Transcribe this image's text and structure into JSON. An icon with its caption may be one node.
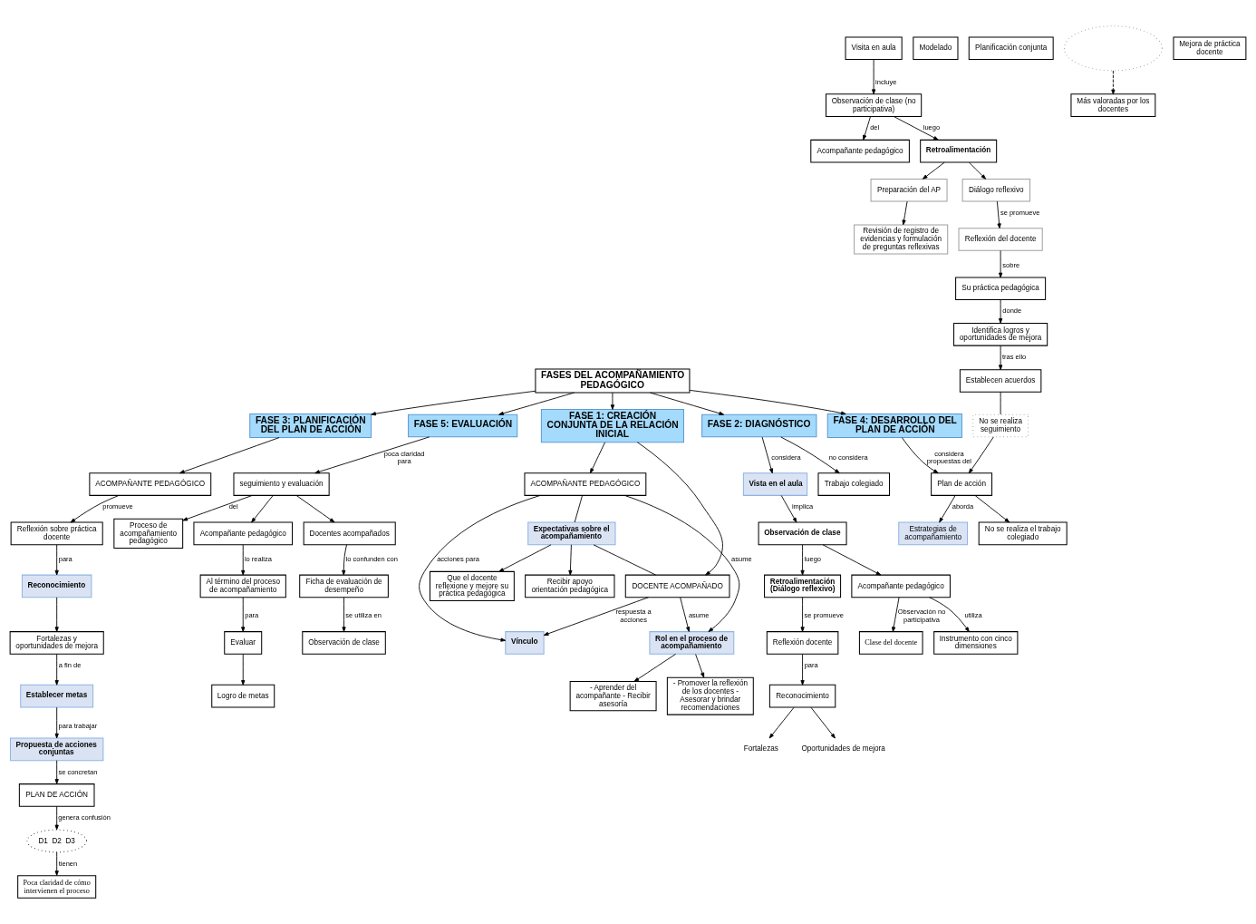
{
  "diagram": {
    "nodes": [
      {
        "text": [
          "FASES DEL ACOMPAÑAMIENTO PEDAGÓGICO"
        ]
      },
      {
        "text": [
          "FASE 1: CREACIÓN CONJUNTA DE LA RELACIÓN INICIAL"
        ]
      },
      {
        "text": [
          "ACOMPAÑANTE PEDAGÓGICO"
        ]
      },
      {
        "text": [
          "Rol en el proceso de acompañamiento"
        ]
      },
      {
        "text": [
          "- Promover la reflexión de los docentes - Asesorar y brindar recomendaciones"
        ]
      },
      {
        "text": [
          "- Aprender del acompañante - Recibir asesoría"
        ]
      },
      {
        "text": [
          "DOCENTE ACOMPAÑADO"
        ]
      },
      {
        "text": [
          "Expectativas sobre el acompañamiento"
        ]
      },
      {
        "text": [
          "Que el docente reflexione y mejore su práctica pedagógica"
        ]
      },
      {
        "text": [
          "Recibir apoyo orientación pedagógica"
        ]
      },
      {
        "text": [
          "Vínculo"
        ]
      },
      {
        "text": [
          "FASE 2: DIAGNÓSTICO"
        ]
      },
      {
        "text": [
          "Vista en el aula"
        ]
      },
      {
        "text": [
          "Observación de clase"
        ]
      },
      {
        "text": [
          "Retroalimentación (Diálogo reflexivo)"
        ]
      },
      {
        "text": [
          "Reflexión docente"
        ]
      },
      {
        "text": [
          "Reconocimiento"
        ]
      },
      {
        "text": [
          "Fortalezas"
        ]
      },
      {
        "text": [
          "Oportunidades de mejora"
        ]
      },
      {
        "text": [
          "Acompañante pedagógico"
        ]
      },
      {
        "text": [
          "Instrumento con cinco dimensiones"
        ]
      },
      {
        "text": [
          "Clase del docente"
        ]
      },
      {
        "text": [
          "Trabajo colegiado"
        ]
      },
      {
        "text": [
          "FASE 3: PLANIFICACIÓN DEL PLAN DE ACCIÓN"
        ]
      },
      {
        "text": [
          "ACOMPAÑANTE PEDAGÓGICO"
        ]
      },
      {
        "text": [
          "Reflexión sobre práctica docente"
        ]
      },
      {
        "text": [
          "Reconocimiento"
        ]
      },
      {
        "text": [
          "Fortalezas y oportunidades de mejora"
        ]
      },
      {
        "text": [
          "Establecer metas"
        ]
      },
      {
        "text": [
          "Propuesta de acciones conjuntas"
        ]
      },
      {
        "text": [
          "PLAN DE ACCIÓN"
        ]
      },
      {
        "text": [
          "D1  D2  D3"
        ]
      },
      {
        "text": [
          "Poca claridad de cómo intervienen el proceso"
        ]
      },
      {
        "text": [
          "FASE 4: DESARROLLO DEL PLAN DE ACCIÓN"
        ]
      },
      {
        "text": [
          "Plan de acción"
        ]
      },
      {
        "text": [
          "No se realiza el trabajo colegiado"
        ]
      },
      {
        "text": [
          "No se realiza seguimiento"
        ]
      },
      {
        "text": [
          "Establecen acuerdos"
        ]
      },
      {
        "text": [
          "Estrategias de acompañamiento"
        ]
      },
      {
        "text": [
          "Modelado"
        ]
      },
      {
        "text": [
          "Planificación conjunta"
        ]
      },
      {
        "text": [
          "Visita en aula"
        ]
      },
      {
        "text": [
          "Más valoradas por los docentes"
        ]
      },
      {
        "text": [
          "Mejora de práctica docente"
        ]
      },
      {
        "text": [
          "Observación de clase (no participativa)"
        ]
      },
      {
        "text": [
          "Acompañante pedagógico"
        ]
      },
      {
        "text": [
          "Retroalimentación"
        ]
      },
      {
        "text": [
          "Preparación del AP"
        ]
      },
      {
        "text": [
          "Revisión de registro de evidencias y formulación de preguntas reflexivas"
        ]
      },
      {
        "text": [
          "Diálogo reflexivo"
        ]
      },
      {
        "text": [
          "Reflexión del docente"
        ]
      },
      {
        "text": [
          "Su práctica pedagógica"
        ]
      },
      {
        "text": [
          "Identifica logros y oportunidades de mejora"
        ]
      },
      {
        "text": [
          "FASE 5: EVALUACIÓN"
        ]
      },
      {
        "text": [
          "seguimiento y evaluación"
        ]
      },
      {
        "text": [
          "Proceso de acompañamiento pedagógico"
        ]
      },
      {
        "text": [
          "Acompañante pedagógico"
        ]
      },
      {
        "text": [
          "Docentes acompañados"
        ]
      },
      {
        "text": [
          "Al término del proceso de acompañamiento"
        ]
      },
      {
        "text": [
          "Evaluar"
        ]
      },
      {
        "text": [
          "Logro de metas"
        ]
      },
      {
        "text": [
          "Ficha de evaluación de desempeño"
        ]
      },
      {
        "text": [
          "Observación de clase"
        ]
      },
      {
        "text": [],
        "shape": "ellipse"
      }
    ],
    "edges": [
      {
        "from": 0,
        "to": 1,
        "arrow": "to"
      },
      {
        "from": 0,
        "to": 11,
        "arrow": "to"
      },
      {
        "from": 0,
        "to": 23,
        "arrow": "to"
      },
      {
        "from": 0,
        "to": 53,
        "arrow": "to"
      },
      {
        "from": 0,
        "to": 33,
        "arrow": "to"
      },
      {
        "from": 1,
        "to": 2,
        "arrow": "to"
      },
      {
        "from": 1,
        "to": 6,
        "arrow": "to"
      },
      {
        "from": 2,
        "to": 3,
        "arrow": "to",
        "label": "asume"
      },
      {
        "from": 6,
        "to": 3,
        "arrow": "to",
        "label": "asume"
      },
      {
        "from": 3,
        "to": 4,
        "arrow": "to"
      },
      {
        "from": 3,
        "to": 5,
        "arrow": "to"
      },
      {
        "from": 2,
        "to": 7,
        "arrow": "none"
      },
      {
        "from": 7,
        "to": 6,
        "arrow": "none"
      },
      {
        "from": 7,
        "to": 8,
        "arrow": "to"
      },
      {
        "from": 7,
        "to": 9,
        "arrow": "to"
      },
      {
        "from": 2,
        "to": 10,
        "arrow": "to",
        "label": "acciones para"
      },
      {
        "from": 6,
        "to": 10,
        "arrow": "to",
        "label": "respuesta a acciones"
      },
      {
        "from": 11,
        "to": 12,
        "arrow": "to",
        "label": "considera"
      },
      {
        "from": 12,
        "to": 13,
        "arrow": "to",
        "label": "implica"
      },
      {
        "from": 13,
        "to": 14,
        "arrow": "to",
        "label": "luego"
      },
      {
        "from": 14,
        "to": 15,
        "arrow": "to",
        "label": "se promueve"
      },
      {
        "from": 15,
        "to": 16,
        "arrow": "to",
        "label": "para"
      },
      {
        "from": 16,
        "to": 17,
        "arrow": "to"
      },
      {
        "from": 16,
        "to": 18,
        "arrow": "to"
      },
      {
        "from": 13,
        "to": 19,
        "arrow": "to"
      },
      {
        "from": 19,
        "to": 20,
        "arrow": "to",
        "label": "utiliza"
      },
      {
        "from": 19,
        "to": 21,
        "arrow": "to",
        "label": "Observación no participativa"
      },
      {
        "from": 11,
        "to": 22,
        "arrow": "to",
        "label": "no considera"
      },
      {
        "from": 23,
        "to": 24,
        "arrow": "to"
      },
      {
        "from": 24,
        "to": 25,
        "arrow": "to",
        "label": "promueve"
      },
      {
        "from": 25,
        "to": 26,
        "arrow": "to",
        "label": "para"
      },
      {
        "from": 26,
        "to": 27,
        "arrow": "to"
      },
      {
        "from": 27,
        "to": 28,
        "arrow": "to",
        "label": "a fin de"
      },
      {
        "from": 28,
        "to": 29,
        "arrow": "to",
        "label": "para trabajar"
      },
      {
        "from": 29,
        "to": 30,
        "arrow": "to",
        "label": "se concretan"
      },
      {
        "from": 30,
        "to": 31,
        "arrow": "to",
        "label": "genera confusión"
      },
      {
        "from": 31,
        "to": 32,
        "arrow": "to",
        "label": "tienen"
      },
      {
        "from": 33,
        "to": 34,
        "arrow": "to",
        "label": "considera propuestas del"
      },
      {
        "from": 34,
        "to": 35,
        "arrow": "to"
      },
      {
        "from": 36,
        "to": 34,
        "arrow": "to"
      },
      {
        "from": 37,
        "to": 36,
        "arrow": "none"
      },
      {
        "from": 34,
        "to": 38,
        "arrow": "to",
        "label": "aborda"
      },
      {
        "from": 63,
        "to": 42,
        "arrow": "to",
        "style": "dashed"
      },
      {
        "from": 41,
        "to": 44,
        "arrow": "to",
        "label": "incluye"
      },
      {
        "from": 44,
        "to": 45,
        "arrow": "to",
        "label": "del"
      },
      {
        "from": 44,
        "to": 46,
        "arrow": "to",
        "label": "luego"
      },
      {
        "from": 46,
        "to": 47,
        "arrow": "to"
      },
      {
        "from": 46,
        "to": 49,
        "arrow": "to"
      },
      {
        "from": 47,
        "to": 48,
        "arrow": "to"
      },
      {
        "from": 49,
        "to": 50,
        "arrow": "to",
        "label": "se promueve"
      },
      {
        "from": 50,
        "to": 51,
        "arrow": "to",
        "label": "sobre"
      },
      {
        "from": 51,
        "to": 52,
        "arrow": "to",
        "label": "donde"
      },
      {
        "from": 52,
        "to": 37,
        "arrow": "to",
        "label": "tras ello"
      },
      {
        "from": 53,
        "to": 54,
        "arrow": "to",
        "label": "poca claridad para"
      },
      {
        "from": 54,
        "to": 55,
        "arrow": "to",
        "label": "del"
      },
      {
        "from": 54,
        "to": 56,
        "arrow": "to"
      },
      {
        "from": 54,
        "to": 57,
        "arrow": "to"
      },
      {
        "from": 56,
        "to": 58,
        "arrow": "to",
        "label": "lo realiza"
      },
      {
        "from": 58,
        "to": 59,
        "arrow": "to",
        "label": "para"
      },
      {
        "from": 59,
        "to": 60,
        "arrow": "to"
      },
      {
        "from": 57,
        "to": 61,
        "arrow": "to",
        "label": "lo confunden con"
      },
      {
        "from": 61,
        "to": 62,
        "arrow": "to",
        "label": "se utiliza en"
      }
    ]
  }
}
